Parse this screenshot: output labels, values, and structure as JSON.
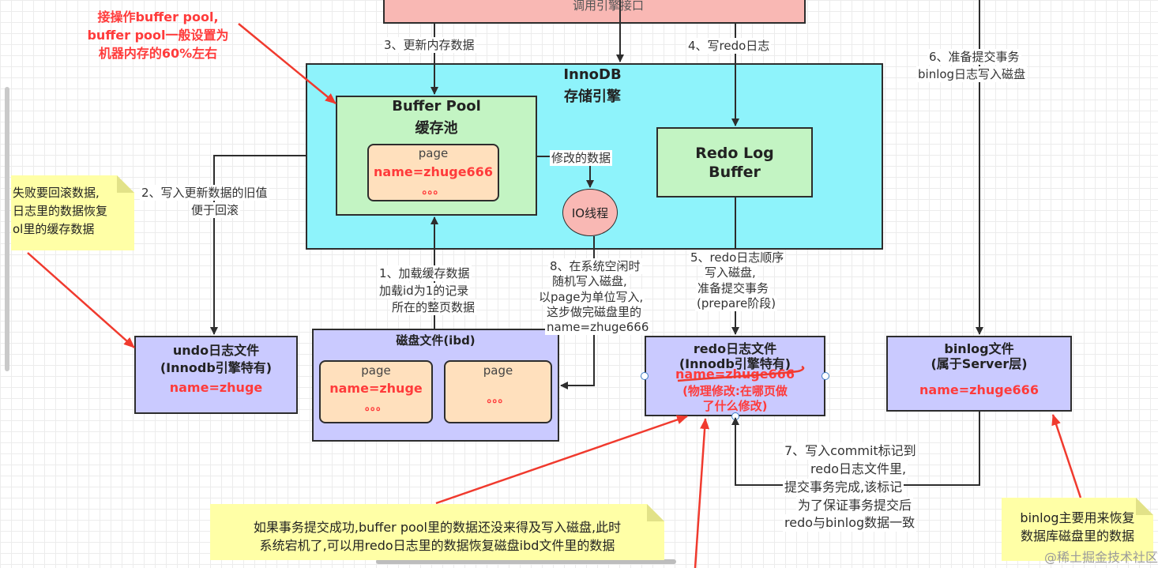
{
  "top_box": {
    "text": "调用引擎接口"
  },
  "innodb": {
    "title": "InnoDB",
    "subtitle": "存储引擎"
  },
  "buffer_pool": {
    "title": "Buffer Pool",
    "subtitle": "缓存池",
    "page": {
      "label": "page",
      "name": "name=zhuge666",
      "dots": "。。。"
    }
  },
  "redo_log_buffer": {
    "line1": "Redo Log",
    "line2": "Buffer"
  },
  "io_thread": {
    "label": "IO线程"
  },
  "modified_label": "修改的数据",
  "undo_file": {
    "title": "undo日志文件",
    "subtitle": "(Innodb引擎特有)",
    "name": "name=zhuge"
  },
  "disk_file": {
    "title": "磁盘文件(ibd)",
    "pages": [
      {
        "label": "page",
        "name": "name=zhuge",
        "dots": "。。。"
      },
      {
        "label": "page",
        "name": "",
        "dots": "。。。"
      }
    ]
  },
  "redo_file": {
    "title": "redo日志文件",
    "subtitle": "(Innodb引擎特有)",
    "name": "name=zhuge666",
    "note1": "(物理修改:在哪页做",
    "note2": "了什么修改)"
  },
  "binlog_file": {
    "title": "binlog文件",
    "subtitle": "(属于Server层)",
    "name": "name=zhuge666"
  },
  "steps": {
    "s1": [
      "1、加载缓存数据",
      "加载id为1的记录",
      "所在的整页数据"
    ],
    "s2": [
      "2、写入更新数据的旧值",
      "便于回滚"
    ],
    "s3": "3、更新内存数据",
    "s4": "4、写redo日志",
    "s5": [
      "5、redo日志顺序",
      "写入磁盘,",
      "准备提交事务",
      "(prepare阶段)"
    ],
    "s6": [
      "6、准备提交事务",
      "binlog日志写入磁盘"
    ],
    "s7": [
      "7、写入commit标记到",
      "redo日志文件里,",
      "提交事务完成,该标记",
      "为了保证事务提交后",
      "redo与binlog数据一致"
    ],
    "s8": [
      "8、在系统空闲时",
      "随机写入磁盘,",
      "以page为单位写入,",
      "这步做完磁盘里的",
      "name=zhuge666"
    ]
  },
  "annotations": {
    "top_left": [
      "接操作buffer pool,",
      "buffer pool一般设置为",
      "机器内存的60%左右"
    ],
    "left_note": [
      "失败要回滚数据,",
      "日志里的数据恢复",
      "ol里的缓存数据"
    ],
    "bottom_note": [
      "如果事务提交成功,buffer pool里的数据还没来得及写入磁盘,此时",
      "系统宕机了,可以用redo日志里的数据恢复磁盘ibd文件里的数据"
    ],
    "right_note": [
      "binlog主要用来恢复",
      "数据库磁盘里的数据"
    ]
  },
  "watermark": "@稀土掘金技术社区",
  "colors": {
    "innodb": "#8ef3fb",
    "green": "#c3f4c3",
    "orange": "#ffe0bd",
    "lavender": "#cacaff",
    "pink": "#f9b8b4",
    "note": "#ffffa6",
    "red": "#ff3b3b"
  }
}
